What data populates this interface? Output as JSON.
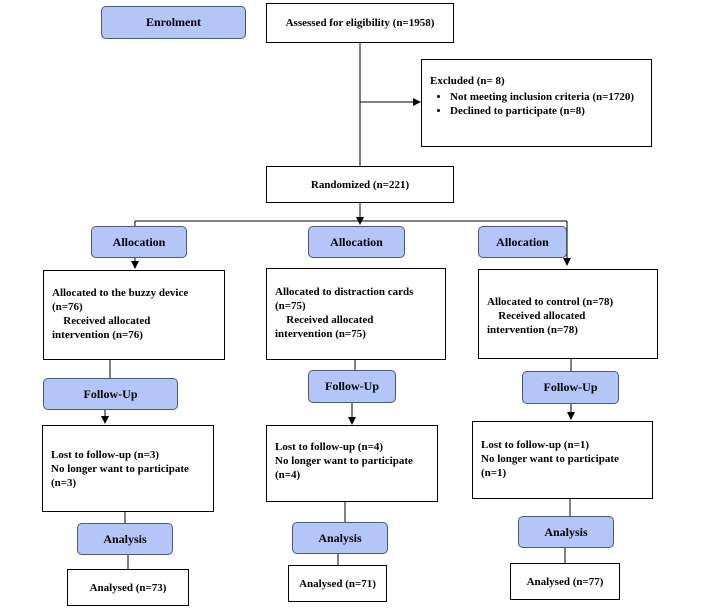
{
  "enrolment": {
    "label": "Enrolment"
  },
  "eligibility": {
    "text": "Assessed for eligibility (n=1958)"
  },
  "excluded": {
    "title": "Excluded (n= 8)",
    "items": [
      "Not meeting inclusion criteria (n=1720)",
      "Declined to participate (n=8)"
    ]
  },
  "randomized": {
    "text": "Randomized (n=221)"
  },
  "arms": [
    {
      "allocation_label": "Allocation",
      "allocated": [
        "Allocated to the buzzy device",
        "(n=76)",
        " Received allocated",
        "intervention (n=76)"
      ],
      "followup_label": "Follow-Up",
      "lost": [
        "Lost to follow-up (n=3)",
        "No longer want to participate",
        "(n=3)"
      ],
      "analysis_label": "Analysis",
      "analysed": "Analysed (n=73)"
    },
    {
      "allocation_label": "Allocation",
      "allocated": [
        "Allocated to distraction cards",
        "(n=75)",
        " Received allocated",
        "intervention (n=75)"
      ],
      "followup_label": "Follow-Up",
      "lost": [
        "Lost to follow-up (n=4)",
        "No longer want to participate",
        "(n=4)"
      ],
      "analysis_label": "Analysis",
      "analysed": "Analysed (n=71)"
    },
    {
      "allocation_label": "Allocation",
      "allocated": [
        "Allocated to control (n=78)",
        " Received allocated",
        "intervention (n=78)"
      ],
      "followup_label": "Follow-Up",
      "lost": [
        "Lost to follow-up (n=1)",
        "No longer want to participate",
        "(n=1)"
      ],
      "analysis_label": "Analysis",
      "analysed": "Analysed (n=77)"
    }
  ]
}
